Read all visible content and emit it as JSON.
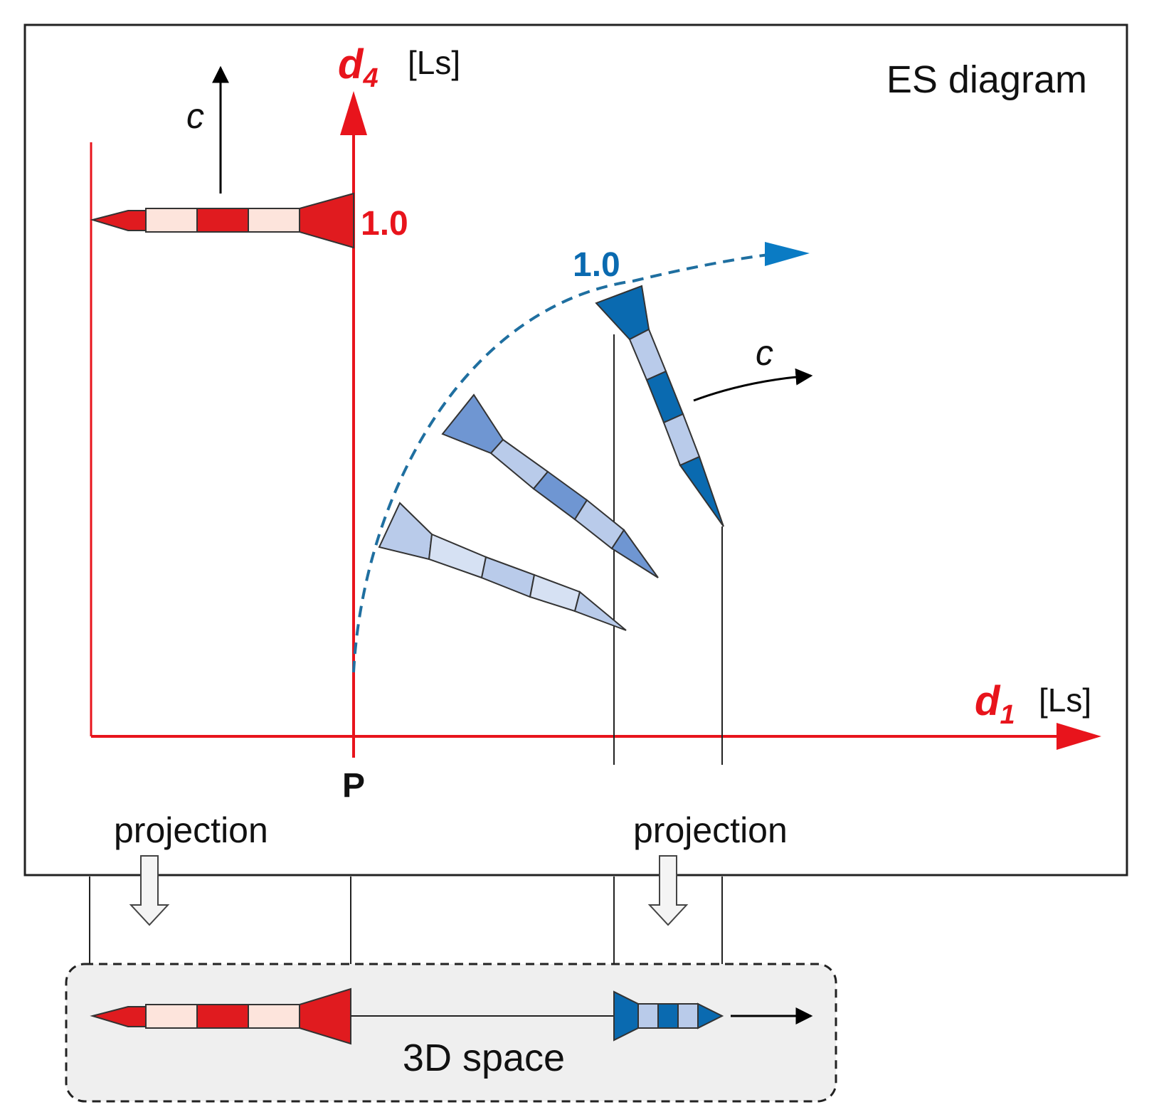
{
  "diagram": {
    "title": "ES diagram",
    "axis_y": {
      "symbol": "d",
      "subscript": "4",
      "unit": "[Ls]"
    },
    "axis_x": {
      "symbol": "d",
      "subscript": "1",
      "unit": "[Ls]"
    },
    "origin_label": "P",
    "speed_label": "c",
    "red_tick_label": "1.0",
    "blue_tick_label": "1.0",
    "projection_labels": [
      "projection",
      "projection"
    ],
    "space_label": "3D space"
  },
  "colors": {
    "axis_red": "#e8141c",
    "red_dark": "#e01b1f",
    "red_light": "#fde4dc",
    "blue_dark": "#0a6ab0",
    "blue_mid": "#6f96d2",
    "blue_light": "#b9cbea",
    "blue_pale": "#d6e1f3",
    "curve_blue": "#1f6fa0",
    "space_bg": "#efefef"
  }
}
